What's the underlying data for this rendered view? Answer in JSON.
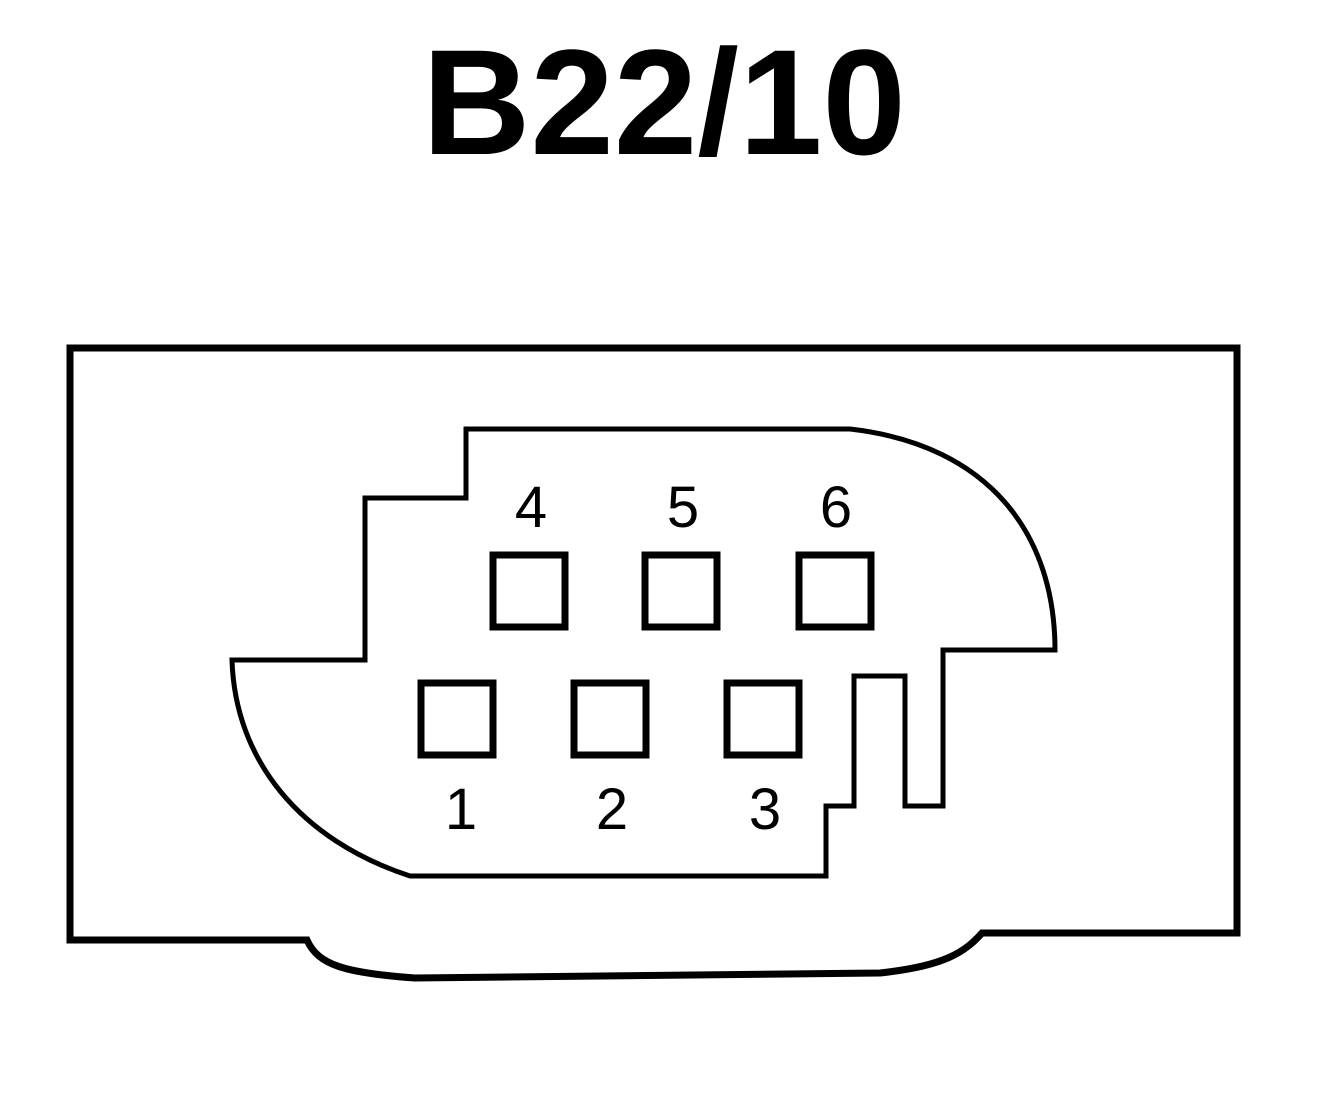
{
  "diagram": {
    "title": "B22/10",
    "colors": {
      "stroke": "#000000",
      "background": "#ffffff"
    },
    "pins": [
      {
        "id": "1",
        "label": "1"
      },
      {
        "id": "2",
        "label": "2"
      },
      {
        "id": "3",
        "label": "3"
      },
      {
        "id": "4",
        "label": "4"
      },
      {
        "id": "5",
        "label": "5"
      },
      {
        "id": "6",
        "label": "6"
      }
    ]
  }
}
